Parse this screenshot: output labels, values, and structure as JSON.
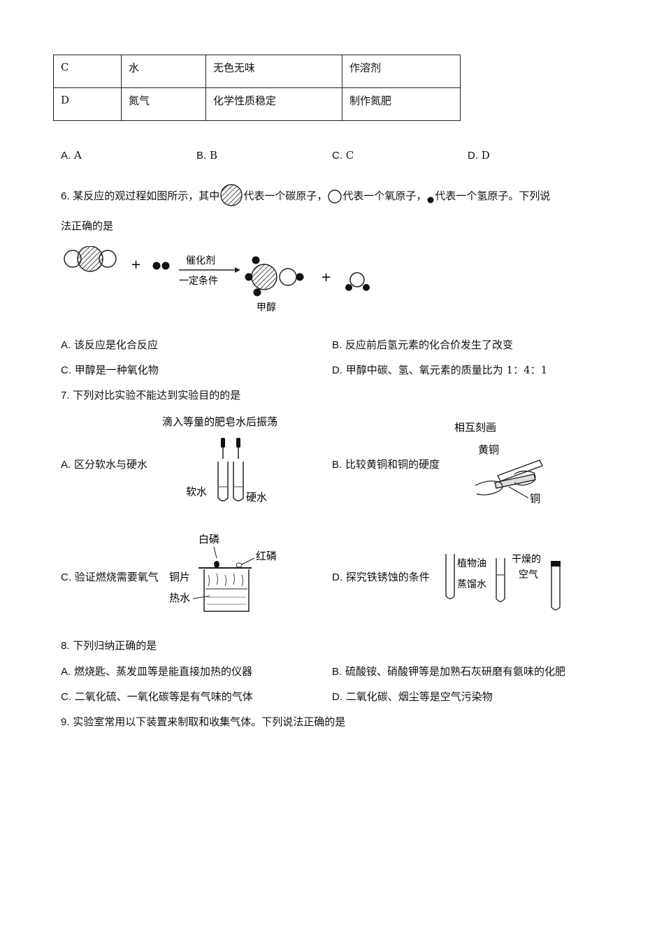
{
  "table": {
    "rows": [
      [
        "C",
        "水",
        "无色无味",
        "作溶剂"
      ],
      [
        "D",
        "氮气",
        "化学性质稳定",
        "制作氮肥"
      ]
    ]
  },
  "q5": {
    "options": [
      {
        "letter": "A.",
        "text": "A"
      },
      {
        "letter": "B.",
        "text": "B"
      },
      {
        "letter": "C.",
        "text": "C"
      },
      {
        "letter": "D.",
        "text": "D"
      }
    ]
  },
  "q6": {
    "num": "6.",
    "stem_part1": "某反应的观过程如图所示，其中",
    "stem_part2": "代表一个碳原子，",
    "stem_part3": "代表一个氧原子，",
    "stem_part4": "代表一个氢原子。下列说",
    "stem_line2": "法正确的是",
    "diagram": {
      "arrow_top": "催化剂",
      "arrow_bottom": "一定条件",
      "product_label": "甲醇",
      "plus": "+"
    },
    "options": [
      {
        "letter": "A.",
        "text": "该反应是化合反应"
      },
      {
        "letter": "B.",
        "text": "反应前后氢元素的化合价发生了改变"
      },
      {
        "letter": "C.",
        "text": "甲醇是一种氧化物"
      },
      {
        "letter": "D.",
        "text": "甲醇中碳、氢、氧元素的质量比为 1：4：1"
      }
    ]
  },
  "q7": {
    "num": "7.",
    "stem": "下列对比实验不能达到实验目的的是",
    "options": [
      {
        "letter": "A.",
        "text": "区分软水与硬水"
      },
      {
        "letter": "B.",
        "text": "比较黄铜和铜的硬度"
      },
      {
        "letter": "C.",
        "text": "验证燃烧需要氧气"
      },
      {
        "letter": "D.",
        "text": "探究铁锈蚀的条件"
      }
    ],
    "figA": {
      "title": "滴入等量的肥皂水后振荡",
      "left": "软水",
      "right": "硬水"
    },
    "figB": {
      "title": "相互刻画",
      "brass": "黄铜",
      "copper": "铜"
    },
    "figC": {
      "white_p": "白磷",
      "red_p": "红磷",
      "plate": "铜片",
      "water": "热水"
    },
    "figD": {
      "oil": "植物油",
      "distilled": "蒸馏水",
      "dry": "干燥的",
      "air": "空气"
    }
  },
  "q8": {
    "num": "8.",
    "stem": "下列归纳正确的是",
    "options": [
      {
        "letter": "A.",
        "text": "燃烧匙、蒸发皿等是能直接加热的仪器"
      },
      {
        "letter": "B.",
        "text": "硫酸铵、硝酸钾等是加熟石灰研磨有氨味的化肥"
      },
      {
        "letter": "C.",
        "text": "二氧化硫、一氧化碳等是有气味的气体"
      },
      {
        "letter": "D.",
        "text": "二氧化碳、烟尘等是空气污染物"
      }
    ]
  },
  "q9": {
    "num": "9.",
    "stem": "实验室常用以下装置来制取和收集气体。下列说法正确的是"
  }
}
